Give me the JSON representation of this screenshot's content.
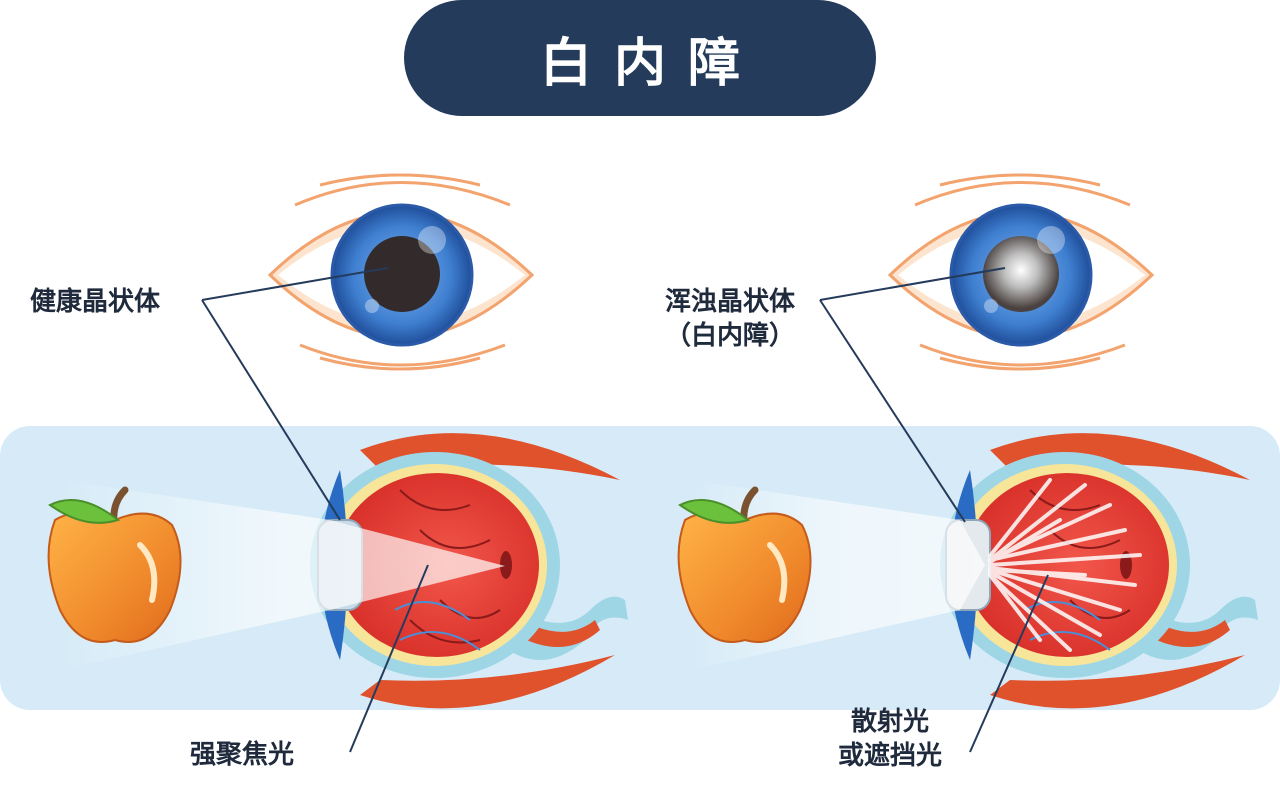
{
  "title": "白内障",
  "labels": {
    "healthy_lens": "健康晶状体",
    "cloudy_lens_line1": "浑浊晶状体",
    "cloudy_lens_line2": "（白内障）",
    "focus": "强聚焦光",
    "scatter_line1": "散射光",
    "scatter_line2": "或遮挡光"
  },
  "colors": {
    "title_bg": "#253b5c",
    "band_bg": "#d6ebf7",
    "iris": "#3f7fd0",
    "muscle": "#e0522c",
    "apple": "#f08a2c",
    "leaf": "#6cc13c",
    "leader_line": "#253b5c"
  }
}
